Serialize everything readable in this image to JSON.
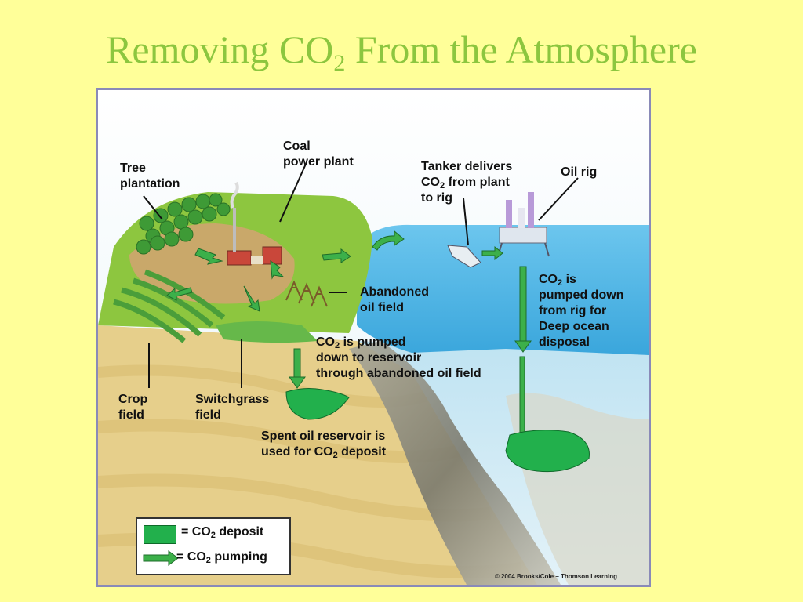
{
  "title": {
    "pre": "Removing CO",
    "sub": "2",
    "post": " From the Atmosphere"
  },
  "labels": {
    "coal": [
      "Coal",
      "power plant"
    ],
    "tree": [
      "Tree",
      "plantation"
    ],
    "tanker": {
      "l1": "Tanker delivers",
      "l2_pre": "CO",
      "l2_sub": "2",
      "l2_post": " from plant",
      "l3": "to rig"
    },
    "oilrig": "Oil rig",
    "abandoned": [
      "Abandoned",
      "oil field"
    ],
    "co2_reservoir": {
      "l1_pre": "CO",
      "l1_sub": "2",
      "l1_post": " is pumped",
      "l2": "down to reservoir",
      "l3": "through abandoned oil field"
    },
    "co2_rig": {
      "l1_pre": "CO",
      "l1_sub": "2",
      "l1_post": " is",
      "l2": "pumped down",
      "l3": "from rig for",
      "l4": "Deep ocean",
      "l5": "disposal"
    },
    "crop": [
      "Crop",
      "field"
    ],
    "switchgrass": [
      "Switchgrass",
      "field"
    ],
    "spent": {
      "l1": "Spent oil reservoir is",
      "l2_pre": "used for CO",
      "l2_sub": "2",
      "l2_post": " deposit"
    }
  },
  "legend": {
    "deposit": {
      "pre": "= CO",
      "sub": "2",
      "post": " deposit"
    },
    "pumping": {
      "pre": "= CO",
      "sub": "2",
      "post": " pumping"
    }
  },
  "copyright": "© 2004 Brooks/Cole – Thomson Learning",
  "colors": {
    "deposit": "#22b04c",
    "ocean": "#5ab8e6",
    "land": "#e8cf8a",
    "vegetation": "#3d9a3a",
    "background": "#ffff99",
    "title": "#8cc63f"
  }
}
